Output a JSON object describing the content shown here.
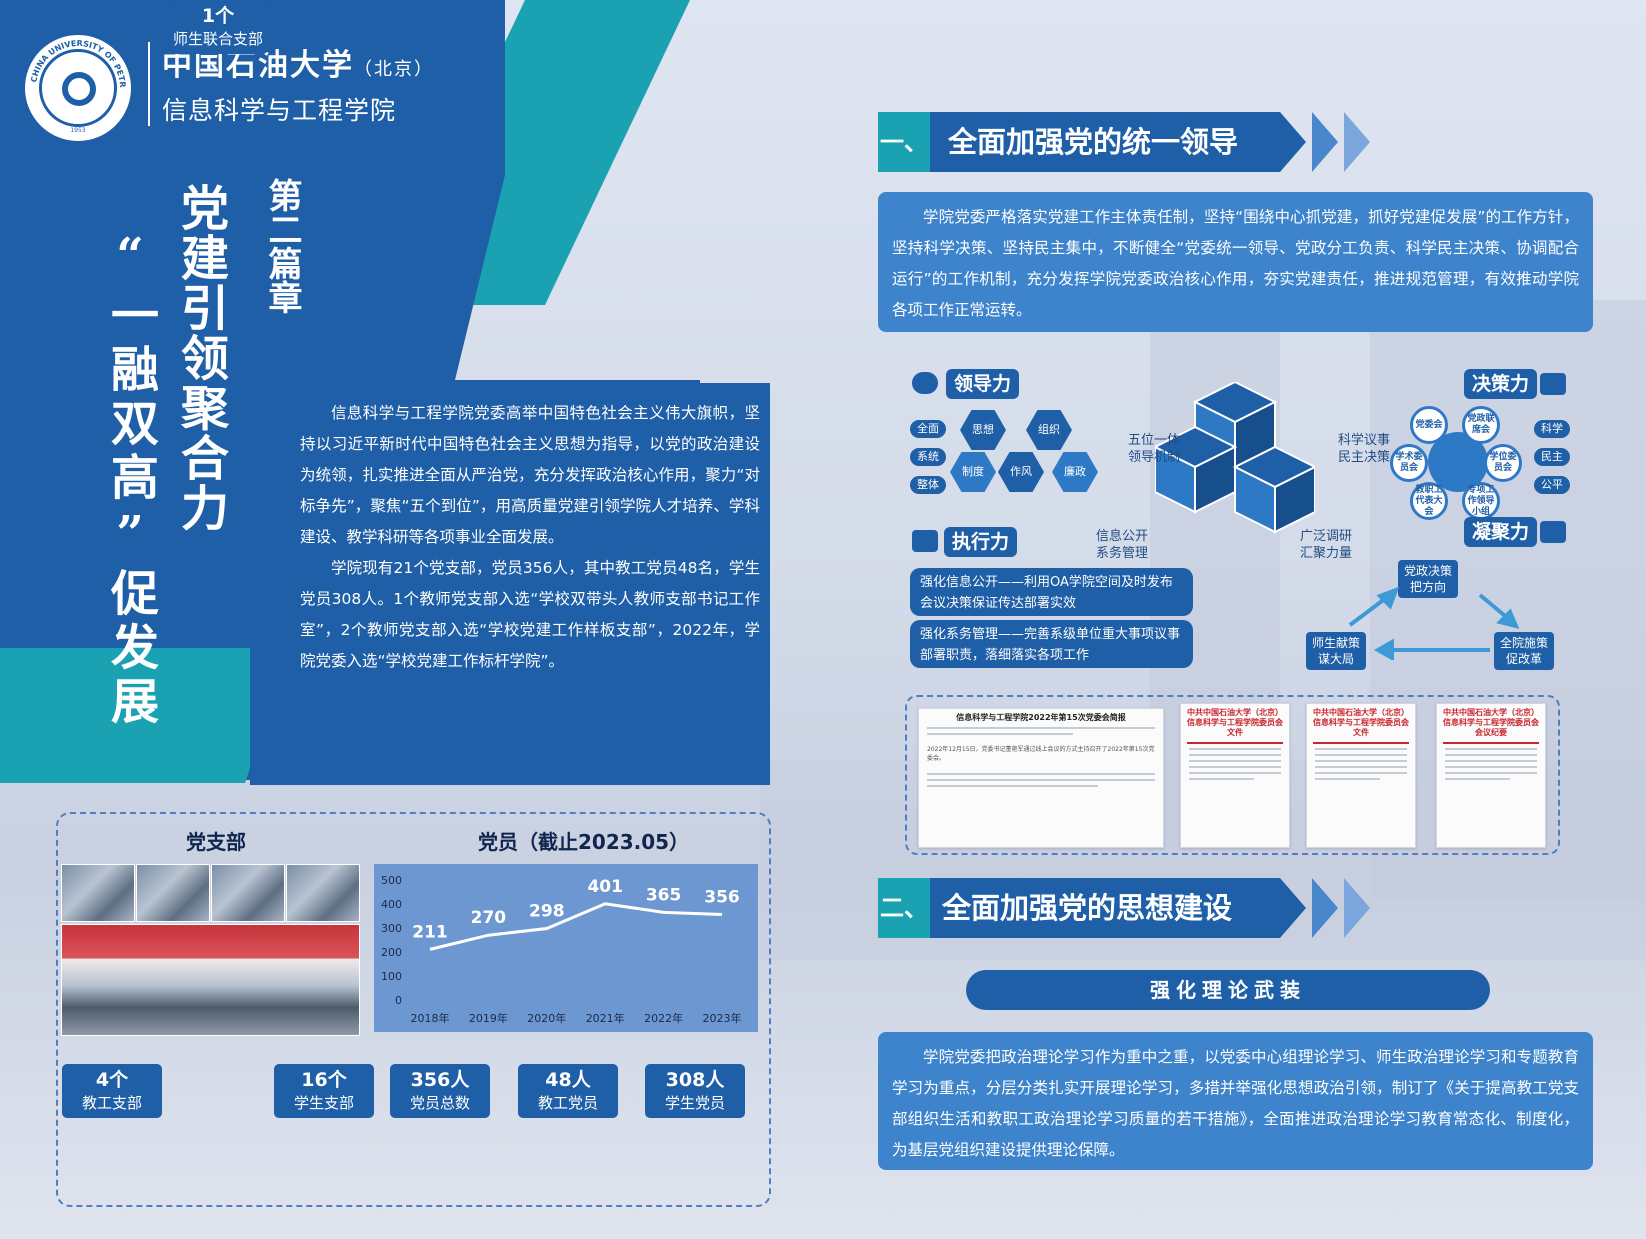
{
  "header": {
    "university": "中国石油大学",
    "campus": "（北京）",
    "college": "信息科学与工程学院",
    "logo_ring_text": "CHINA UNIVERSITY OF PETROLEUM",
    "logo_year": "1953"
  },
  "title": {
    "chapter": "第二篇章",
    "line1": "党建引领聚合力",
    "line2": "“一融双高”促发展"
  },
  "intro": {
    "p1": "信息科学与工程学院党委高举中国特色社会主义伟大旗帜，坚持以习近平新时代中国特色社会主义思想为指导，以党的政治建设为统领，扎实推进全面从严治党，充分发挥政治核心作用，聚力“对标争先”，聚焦“五个到位”，用高质量党建引领学院人才培养、学科建设、教学科研等各项事业全面发展。",
    "p2": "学院现有21个党支部，党员356人，其中教工党员48名，学生党员308人。1个教师党支部入选“学校双带头人教师支部书记工作室”，2个教师党支部入选“学校党建工作样板支部”，2022年，学院党委入选“学校党建工作标杆学院”。"
  },
  "stats": {
    "branch_label": "党支部",
    "members_label": "党员（截止2023.05）",
    "cards": [
      {
        "value": "4个",
        "label": "教工支部"
      },
      {
        "value": "1个",
        "label": "师生联合支部"
      },
      {
        "value": "16个",
        "label": "学生支部"
      },
      {
        "value": "356人",
        "label": "党员总数"
      },
      {
        "value": "48人",
        "label": "教工党员"
      },
      {
        "value": "308人",
        "label": "学生党员"
      }
    ]
  },
  "chart_data": {
    "type": "line",
    "categories": [
      "2018年",
      "2019年",
      "2020年",
      "2021年",
      "2022年",
      "2023年"
    ],
    "values": [
      211,
      270,
      298,
      401,
      365,
      356
    ],
    "ylim": [
      0,
      500
    ],
    "yticks": [
      "0",
      "100",
      "200",
      "300",
      "400",
      "500"
    ],
    "title": "党员（截止2023.05）",
    "xlabel": "",
    "ylabel": ""
  },
  "section1": {
    "num": "一、",
    "title": "全面加强党的统一领导",
    "text": "学院党委严格落实党建工作主体责任制，坚持“围绕中心抓党建，抓好党建促发展”的工作方针，坚持科学决策、坚持民主集中，不断健全“党委统一领导、党政分工负责、科学民主决策、协调配合运行”的工作机制，充分发挥学院党委政治核心作用，夯实党建责任，推进规范管理，有效推动学院各项工作正常运转。",
    "diagram": {
      "leadership": "领导力",
      "decision": "决策力",
      "execution": "执行力",
      "cohesion": "凝聚力",
      "lead_tags": [
        "全面",
        "系统",
        "整体"
      ],
      "lead_hex": [
        "思想",
        "组织",
        "制度",
        "作风",
        "廉政"
      ],
      "decision_tags": [
        "科学",
        "民主",
        "公平"
      ],
      "petals": [
        "党委会",
        "党政联席会",
        "学位委员会",
        "学术委员会",
        "教职工代表大会",
        "专项工作领导小组"
      ],
      "center_labels": {
        "five_in_one": "五位一体\n领导机制",
        "decision_mech": "科学议事\n民主决策",
        "info_open": "信息公开\n系务管理",
        "research": "广泛调研\n汇聚力量"
      },
      "exec_items": [
        "强化信息公开——利用OA学院空间及时发布会议决策保证传达部署实效",
        "强化系务管理——完善系级单位重大事项议事部署职责，落细落实各项工作"
      ],
      "cycle": [
        "党政决策\n把方向",
        "全院施策\n促改革",
        "师生献策\n谋大局"
      ]
    },
    "documents": [
      {
        "title": "信息科学与工程学院2022年第15次党委会简报",
        "body": "2022年12月15日，党委书记董艳军通过线上会议的方式主持召开了2022年第15次党委会。"
      },
      {
        "title": "中共中国石油大学（北京）信息科学与工程学院委员会文件",
        "body": ""
      },
      {
        "title": "中共中国石油大学（北京）信息科学与工程学院委员会文件",
        "body": ""
      },
      {
        "title": "中共中国石油大学（北京）信息科学与工程学院委员会会议纪要",
        "body": ""
      }
    ]
  },
  "section2": {
    "num": "二、",
    "title": "全面加强党的思想建设",
    "sub": "强化理论武装",
    "text": "学院党委把政治理论学习作为重中之重，以党委中心组理论学习、师生政治理论学习和专题教育学习为重点，分层分类扎实开展理论学习，多措并举强化思想政治引领，制订了《关于提高教工党支部组织生活和教职工政治理论学习质量的若干措施》，全面推进政治理论学习教育常态化、制度化，为基层党组织建设提供理论保障。"
  },
  "colors": {
    "primary": "#1f5fa7",
    "teal": "#1aa2b3",
    "para": "#3d84cc",
    "chart_bg": "#6d97d1"
  }
}
